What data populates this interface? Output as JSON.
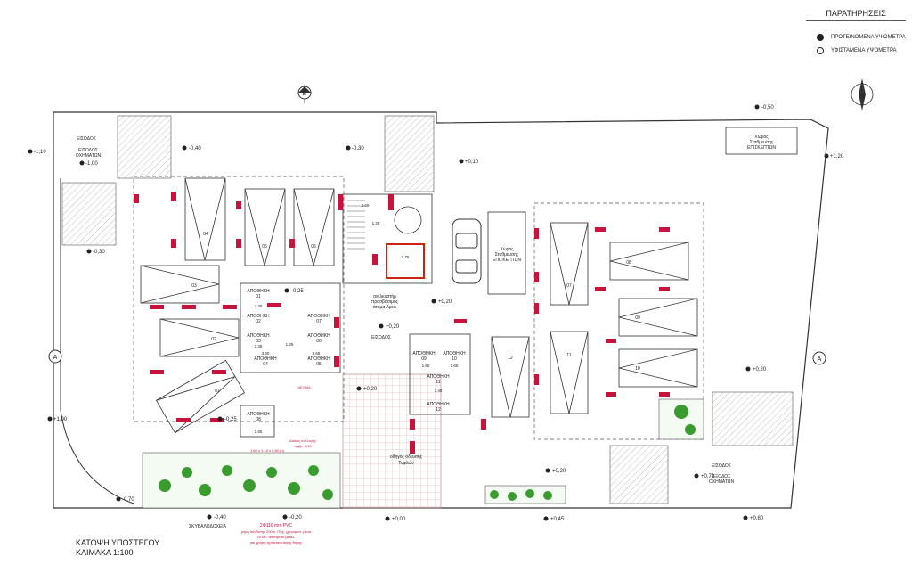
{
  "legend": {
    "title": "ΠΑΡΑΤΗΡΗΣΕΙΣ",
    "proposed_label": "ΠΡΟΤΕΙΝΟΜΕΝΑ ΥΨΟΜΕΤΡΑ",
    "existing_label": "ΥΦΙΣΤΑΜΕΝΑ ΥΨΟΜΕΤΡΑ"
  },
  "plan_title": {
    "name": "ΚΑΤΟΨΗ ΥΠΟΣΤΕΓΟΥ",
    "scale": "ΚΛΙΜΑΚΑ 1:100"
  },
  "north_label": "N",
  "section_markers": {
    "a": "A",
    "b": "B"
  },
  "labels": {
    "entrance_left": "ΕΙΣΟΔΟΣ",
    "entrance_vehicles_left_1": "ΕΙΣΟΔΟΣ",
    "entrance_vehicles_left_2": "ΟΧΗΜΑΤΩΝ",
    "entrance_right_1": "ΕΙΣΟΔΟΣ",
    "entrance_right_2": "-",
    "entrance_right_3": "ΕΞΟΔΟΣ",
    "entrance_right_4": "ΟΧΗΜΑΤΩΝ",
    "entrance_center": "ΕΙΣΟΔΟΣ",
    "storage": "ΑΠΟΘΗΚΗ",
    "water_space_1": "Χώρος",
    "water_space_2": "Σταθμευσης",
    "water_space_3": "ΕΠΙΣΚΕΠΤΩΝ",
    "visitor_space_1": "Χώρος",
    "visitor_space_2": "Σταθμευσης",
    "visitor_space_3": "ΕΠΙΣΚΕΠΤΩΝ",
    "guide_1": "οδηγός όδευσης",
    "guide_2": "Τυφλών",
    "elevator_1": "ανελκυστήρ",
    "elevator_2": "προσβάσιμος",
    "elevator_3": "άτομα ΑμεΑ",
    "garbage": "ΣΚΥΒΑΛΟΔΟΧΕΙΑ",
    "pipe_1": "2Φ110 mm PVC",
    "pipe_2": "μήκη σύνδεσης 200m. Πάχ. χρησιμοπ. μέσα",
    "pipe_3": "20 cm. αδιάτρητο μετάλ.",
    "pipe_4": "και χρήση προστατευτικής θήκης",
    "ret_1": "Δίσκος συλλογής",
    "ret_2": "ομβρ. 6/15",
    "drain_1": "1.60 x 1.15 x 0.60 (h)",
    "water_tank": "ΔΕΞΑΜ."
  },
  "levels": {
    "l1": "-1,10",
    "l2": "-1,00",
    "l3": "-0,40",
    "l4": "-0,30",
    "l5": "-0,30",
    "l6": "+0,10",
    "l7": "-0,50",
    "l8": "+1,20",
    "l9": "-0,25",
    "l10": "+0,20",
    "l11": "+0,20",
    "l12": "+0,20",
    "l13": "+0,20",
    "l14": "-0,25",
    "l15": "+1,00",
    "l16": "-0,70",
    "l17": "-0,40",
    "l18": "-0,20",
    "l19": "+0,00",
    "l20": "+0,45",
    "l21": "+0,70",
    "l22": "+0,80",
    "l23": "+0,20"
  },
  "parking_numbers": [
    "04",
    "05",
    "06",
    "03",
    "02",
    "01",
    "07",
    "08",
    "09",
    "10",
    "11",
    "12"
  ],
  "storage_numbers": [
    "01",
    "02",
    "07",
    "03",
    "06",
    "04",
    "05",
    "08",
    "09",
    "10",
    "11",
    "12"
  ],
  "dims": {
    "d1": "2.35",
    "d2": "2.35",
    "d3": "1.25",
    "d4": "3.65",
    "d5": "3.60",
    "d6": "1.65",
    "d7": "1.65",
    "d8": "3.40",
    "d9": "2.60",
    "d10": "1.25",
    "d11": "1.75",
    "d12": "1.55"
  }
}
